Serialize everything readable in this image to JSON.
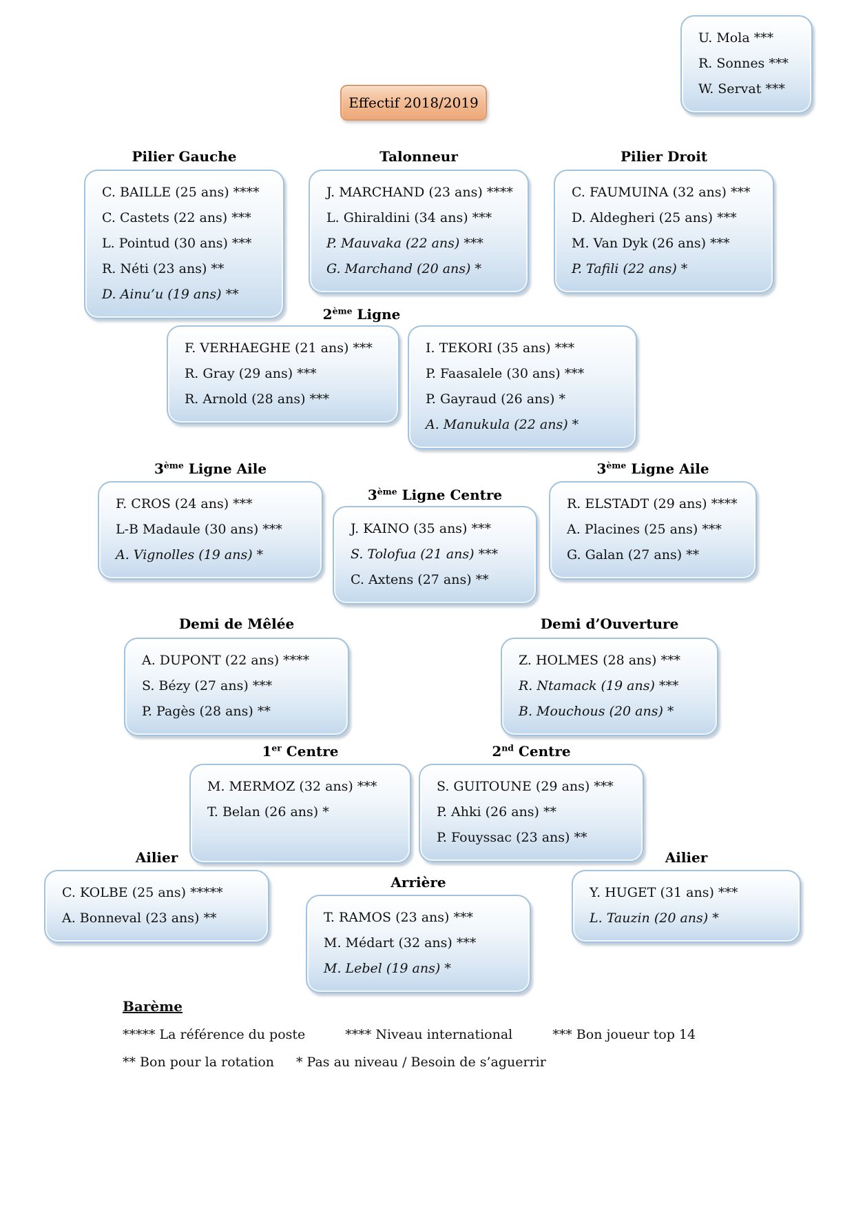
{
  "title": "Effectif 2018/2019",
  "staff": [
    {
      "text": "U. Mola ***",
      "italic": false
    },
    {
      "text": "R. Sonnes ***",
      "italic": false
    },
    {
      "text": "W. Servat ***",
      "italic": false
    }
  ],
  "headings": {
    "pilier_gauche": {
      "pre": "",
      "sup": "",
      "post": "Pilier Gauche"
    },
    "talonneur": {
      "pre": "",
      "sup": "",
      "post": "Talonneur"
    },
    "pilier_droit": {
      "pre": "",
      "sup": "",
      "post": "Pilier Droit"
    },
    "ligne2": {
      "pre": "2",
      "sup": "ème",
      "post": " Ligne"
    },
    "ligne3_aile_gauche": {
      "pre": "3",
      "sup": "ème",
      "post": " Ligne Aile"
    },
    "ligne3_centre": {
      "pre": "3",
      "sup": "ème",
      "post": " Ligne Centre"
    },
    "ligne3_aile_droit": {
      "pre": "3",
      "sup": "ème",
      "post": " Ligne Aile"
    },
    "demi_melee": {
      "pre": "",
      "sup": "",
      "post": "Demi de Mêlée"
    },
    "demi_ouverture": {
      "pre": "",
      "sup": "",
      "post": "Demi d’Ouverture"
    },
    "centre1": {
      "pre": "1",
      "sup": "er",
      "post": " Centre"
    },
    "centre2": {
      "pre": "2",
      "sup": "nd",
      "post": " Centre"
    },
    "ailier_gauche": {
      "pre": "",
      "sup": "",
      "post": "Ailier"
    },
    "arriere": {
      "pre": "",
      "sup": "",
      "post": "Arrière"
    },
    "ailier_droit": {
      "pre": "",
      "sup": "",
      "post": "Ailier"
    }
  },
  "boxes": {
    "pilier_gauche": [
      {
        "text": "C. BAILLE (25 ans) ****",
        "italic": false
      },
      {
        "text": "C. Castets (22 ans) ***",
        "italic": false
      },
      {
        "text": "L. Pointud (30 ans) ***",
        "italic": false
      },
      {
        "text": "R. Néti (23 ans) **",
        "italic": false
      },
      {
        "text": "D. Ainu’u (19 ans) **",
        "italic": true
      }
    ],
    "talonneur": [
      {
        "text": "J. MARCHAND (23 ans) ****",
        "italic": false
      },
      {
        "text": "L. Ghiraldini (34 ans) ***",
        "italic": false
      },
      {
        "text": "P. Mauvaka (22 ans) ***",
        "italic": true
      },
      {
        "text": "G. Marchand (20 ans) *",
        "italic": true
      }
    ],
    "pilier_droit": [
      {
        "text": "C. FAUMUINA (32 ans) ***",
        "italic": false
      },
      {
        "text": "D. Aldegheri (25 ans) ***",
        "italic": false
      },
      {
        "text": "M. Van Dyk (26 ans) ***",
        "italic": false
      },
      {
        "text": "P. Tafili (22 ans) *",
        "italic": true
      }
    ],
    "ligne2_gauche": [
      {
        "text": "F. VERHAEGHE (21 ans) ***",
        "italic": false
      },
      {
        "text": "R. Gray (29 ans) ***",
        "italic": false
      },
      {
        "text": "R. Arnold (28 ans) ***",
        "italic": false
      }
    ],
    "ligne2_droit": [
      {
        "text": "I. TEKORI (35 ans) ***",
        "italic": false
      },
      {
        "text": "P. Faasalele (30 ans) ***",
        "italic": false
      },
      {
        "text": "P. Gayraud (26 ans) *",
        "italic": false
      },
      {
        "text": "A. Manukula (22 ans) *",
        "italic": true
      }
    ],
    "ligne3_aile_gauche": [
      {
        "text": "F. CROS (24 ans) ***",
        "italic": false
      },
      {
        "text": "L-B Madaule (30 ans) ***",
        "italic": false
      },
      {
        "text": "A. Vignolles (19 ans) *",
        "italic": true
      }
    ],
    "ligne3_centre": [
      {
        "text": "J. KAINO (35 ans) ***",
        "italic": false
      },
      {
        "text": "S. Tolofua (21 ans) ***",
        "italic": true
      },
      {
        "text": "C. Axtens (27 ans) **",
        "italic": false
      }
    ],
    "ligne3_aile_droit": [
      {
        "text": "R. ELSTADT (29 ans) ****",
        "italic": false
      },
      {
        "text": "A. Placines (25 ans) ***",
        "italic": false
      },
      {
        "text": "G. Galan (27 ans) **",
        "italic": false
      }
    ],
    "demi_melee": [
      {
        "text": "A. DUPONT (22 ans) ****",
        "italic": false
      },
      {
        "text": "S. Bézy (27 ans) ***",
        "italic": false
      },
      {
        "text": "P. Pagès (28 ans) **",
        "italic": false
      }
    ],
    "demi_ouverture": [
      {
        "text": "Z. HOLMES (28 ans) ***",
        "italic": false
      },
      {
        "text": "R. Ntamack (19 ans) ***",
        "italic": true
      },
      {
        "text": "B. Mouchous (20 ans) *",
        "italic": true
      }
    ],
    "centre1": [
      {
        "text": "M. MERMOZ (32 ans) ***",
        "italic": false
      },
      {
        "text": "T. Belan (26 ans) *",
        "italic": false
      }
    ],
    "centre2": [
      {
        "text": "S. GUITOUNE (29 ans) ***",
        "italic": false
      },
      {
        "text": "P. Ahki (26 ans) **",
        "italic": false
      },
      {
        "text": "P. Fouyssac (23 ans) **",
        "italic": false
      }
    ],
    "ailier_gauche": [
      {
        "text": "C. KOLBE (25 ans) *****",
        "italic": false
      },
      {
        "text": "A. Bonneval (23 ans) **",
        "italic": false
      }
    ],
    "arriere": [
      {
        "text": "T. RAMOS (23 ans) ***",
        "italic": false
      },
      {
        "text": "M. Médart (32 ans) ***",
        "italic": false
      },
      {
        "text": "M. Lebel (19 ans) *",
        "italic": true
      }
    ],
    "ailier_droit": [
      {
        "text": "Y. HUGET (31 ans) ***",
        "italic": false
      },
      {
        "text": "L. Tauzin (20 ans) *",
        "italic": true
      }
    ]
  },
  "bareme": {
    "heading": "Barème",
    "line1": [
      "***** La référence du poste",
      "**** Niveau international",
      "*** Bon joueur top 14"
    ],
    "line2": [
      "** Bon pour la rotation",
      "* Pas au niveau / Besoin de s’aguerrir"
    ]
  }
}
